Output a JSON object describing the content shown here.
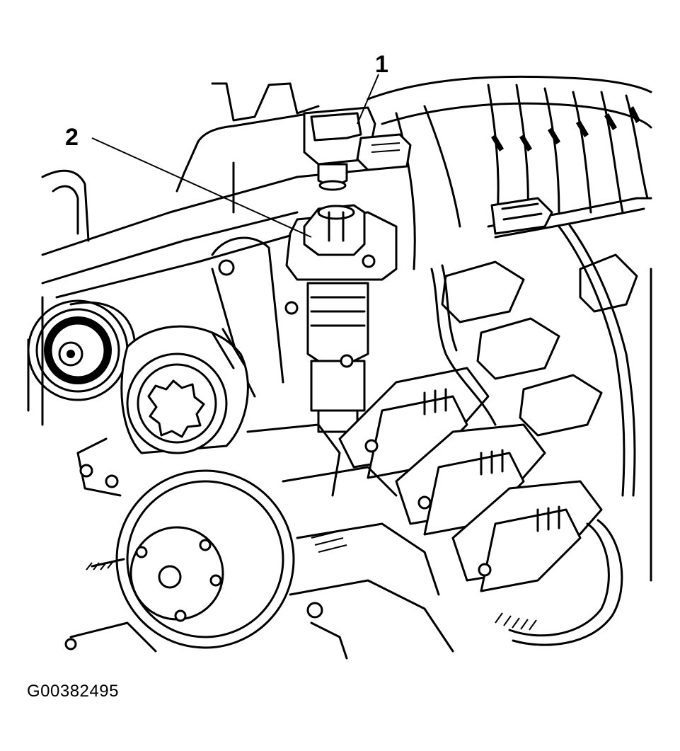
{
  "figure": {
    "figure_id": "G00382495",
    "callouts": [
      {
        "number": "1"
      },
      {
        "number": "2"
      }
    ]
  }
}
